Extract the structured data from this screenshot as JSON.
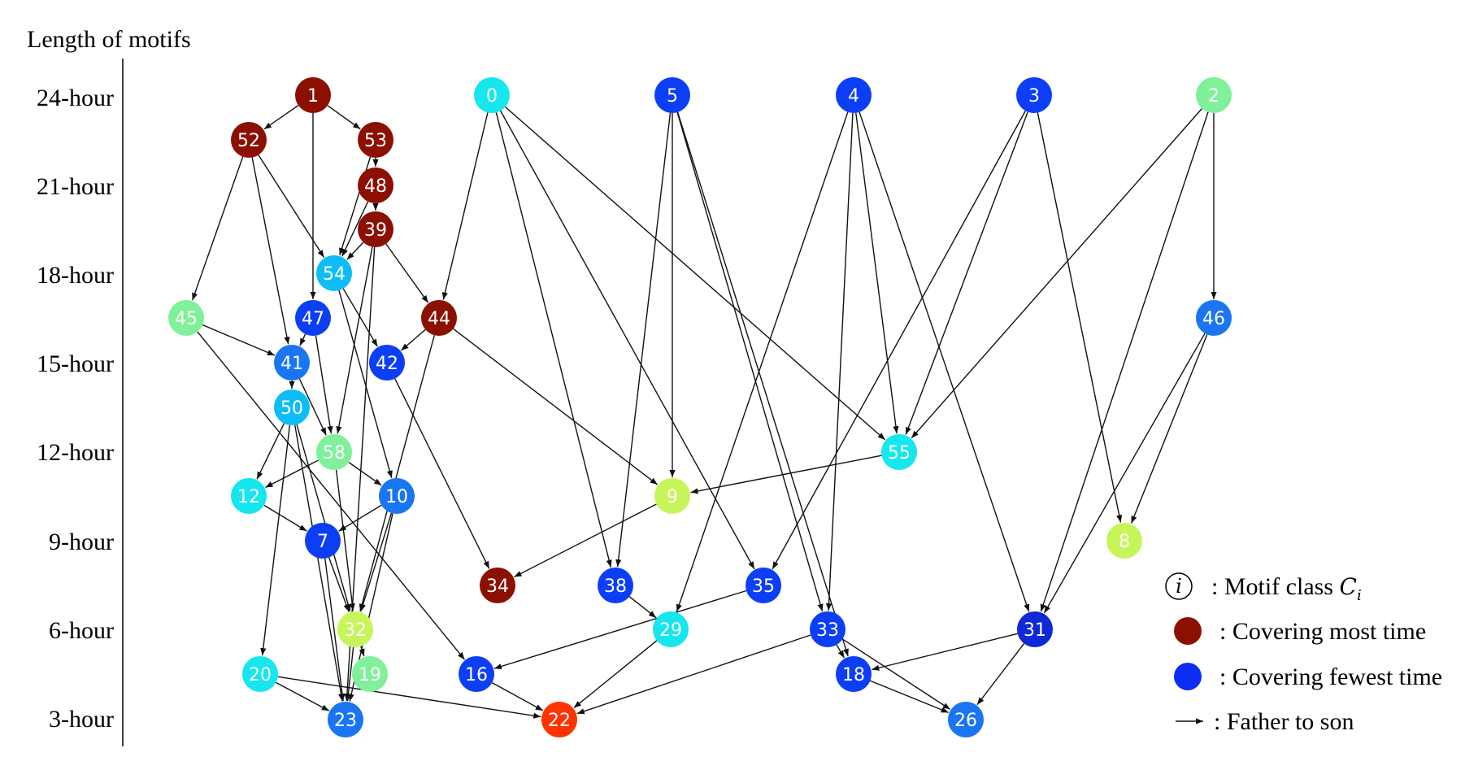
{
  "axis": {
    "title": "Length of motifs",
    "levels": [
      "24-hour",
      "21-hour",
      "18-hour",
      "15-hour",
      "12-hour",
      "9-hour",
      "6-hour",
      "3-hour"
    ]
  },
  "colors": {
    "dark_red": "#8b1000",
    "red": "#ff3300",
    "yellow_green": "#c6f55a",
    "light_green": "#80f09a",
    "cyan": "#16e6ee",
    "sky_blue": "#0ebcf6",
    "mid_blue": "#1a75f3",
    "blue": "#0c3ff5",
    "deep_blue": "#1028d6"
  },
  "nodes": [
    {
      "id": "1",
      "color": "dark_red"
    },
    {
      "id": "0",
      "color": "cyan"
    },
    {
      "id": "5",
      "color": "blue"
    },
    {
      "id": "4",
      "color": "blue"
    },
    {
      "id": "3",
      "color": "blue"
    },
    {
      "id": "2",
      "color": "light_green"
    },
    {
      "id": "52",
      "color": "dark_red"
    },
    {
      "id": "53",
      "color": "dark_red"
    },
    {
      "id": "48",
      "color": "dark_red"
    },
    {
      "id": "39",
      "color": "dark_red"
    },
    {
      "id": "54",
      "color": "sky_blue"
    },
    {
      "id": "45",
      "color": "light_green"
    },
    {
      "id": "47",
      "color": "blue"
    },
    {
      "id": "44",
      "color": "dark_red"
    },
    {
      "id": "46",
      "color": "mid_blue"
    },
    {
      "id": "41",
      "color": "mid_blue"
    },
    {
      "id": "42",
      "color": "blue"
    },
    {
      "id": "50",
      "color": "sky_blue"
    },
    {
      "id": "58",
      "color": "light_green"
    },
    {
      "id": "55",
      "color": "cyan"
    },
    {
      "id": "12",
      "color": "cyan"
    },
    {
      "id": "10",
      "color": "mid_blue"
    },
    {
      "id": "9",
      "color": "yellow_green"
    },
    {
      "id": "7",
      "color": "blue"
    },
    {
      "id": "8",
      "color": "yellow_green"
    },
    {
      "id": "34",
      "color": "dark_red"
    },
    {
      "id": "38",
      "color": "blue"
    },
    {
      "id": "35",
      "color": "blue"
    },
    {
      "id": "32",
      "color": "yellow_green"
    },
    {
      "id": "29",
      "color": "cyan"
    },
    {
      "id": "33",
      "color": "blue"
    },
    {
      "id": "31",
      "color": "deep_blue"
    },
    {
      "id": "20",
      "color": "cyan"
    },
    {
      "id": "19",
      "color": "light_green"
    },
    {
      "id": "16",
      "color": "blue"
    },
    {
      "id": "18",
      "color": "blue"
    },
    {
      "id": "23",
      "color": "mid_blue"
    },
    {
      "id": "22",
      "color": "red"
    },
    {
      "id": "26",
      "color": "mid_blue"
    }
  ],
  "edges": [
    [
      "1",
      "52"
    ],
    [
      "1",
      "53"
    ],
    [
      "1",
      "47"
    ],
    [
      "52",
      "45"
    ],
    [
      "52",
      "54"
    ],
    [
      "52",
      "41"
    ],
    [
      "53",
      "48"
    ],
    [
      "53",
      "54"
    ],
    [
      "48",
      "39"
    ],
    [
      "48",
      "54"
    ],
    [
      "39",
      "54"
    ],
    [
      "39",
      "44"
    ],
    [
      "39",
      "58"
    ],
    [
      "39",
      "23"
    ],
    [
      "54",
      "42"
    ],
    [
      "54",
      "10"
    ],
    [
      "45",
      "41"
    ],
    [
      "45",
      "16"
    ],
    [
      "47",
      "41"
    ],
    [
      "47",
      "58"
    ],
    [
      "44",
      "42"
    ],
    [
      "44",
      "9"
    ],
    [
      "44",
      "32"
    ],
    [
      "0",
      "44"
    ],
    [
      "0",
      "38"
    ],
    [
      "0",
      "35"
    ],
    [
      "0",
      "55"
    ],
    [
      "5",
      "9"
    ],
    [
      "5",
      "38"
    ],
    [
      "5",
      "33"
    ],
    [
      "5",
      "18"
    ],
    [
      "4",
      "29"
    ],
    [
      "4",
      "33"
    ],
    [
      "4",
      "55"
    ],
    [
      "4",
      "31"
    ],
    [
      "3",
      "35"
    ],
    [
      "3",
      "55"
    ],
    [
      "3",
      "8"
    ],
    [
      "2",
      "55"
    ],
    [
      "2",
      "46"
    ],
    [
      "2",
      "31"
    ],
    [
      "46",
      "8"
    ],
    [
      "46",
      "31"
    ],
    [
      "41",
      "58"
    ],
    [
      "41",
      "50"
    ],
    [
      "42",
      "34"
    ],
    [
      "50",
      "12"
    ],
    [
      "50",
      "20"
    ],
    [
      "50",
      "32"
    ],
    [
      "50",
      "23"
    ],
    [
      "58",
      "12"
    ],
    [
      "58",
      "10"
    ],
    [
      "58",
      "32"
    ],
    [
      "55",
      "9"
    ],
    [
      "12",
      "7"
    ],
    [
      "10",
      "7"
    ],
    [
      "10",
      "32"
    ],
    [
      "10",
      "23"
    ],
    [
      "9",
      "34"
    ],
    [
      "7",
      "32"
    ],
    [
      "7",
      "23"
    ],
    [
      "38",
      "29"
    ],
    [
      "35",
      "16"
    ],
    [
      "32",
      "19"
    ],
    [
      "32",
      "23"
    ],
    [
      "29",
      "22"
    ],
    [
      "33",
      "18"
    ],
    [
      "33",
      "26"
    ],
    [
      "33",
      "22"
    ],
    [
      "31",
      "18"
    ],
    [
      "31",
      "26"
    ],
    [
      "20",
      "23"
    ],
    [
      "20",
      "22"
    ],
    [
      "16",
      "22"
    ],
    [
      "18",
      "26"
    ]
  ],
  "legend": {
    "class_symbol": "i",
    "class_text": ": Motif class ",
    "class_math": "C",
    "class_math_sub": "i",
    "most_text": ": Covering most time",
    "most_color": "#8b1000",
    "fewest_text": ": Covering fewest time",
    "fewest_color": "#0c2cf5",
    "arrow_text": ": Father to son"
  }
}
